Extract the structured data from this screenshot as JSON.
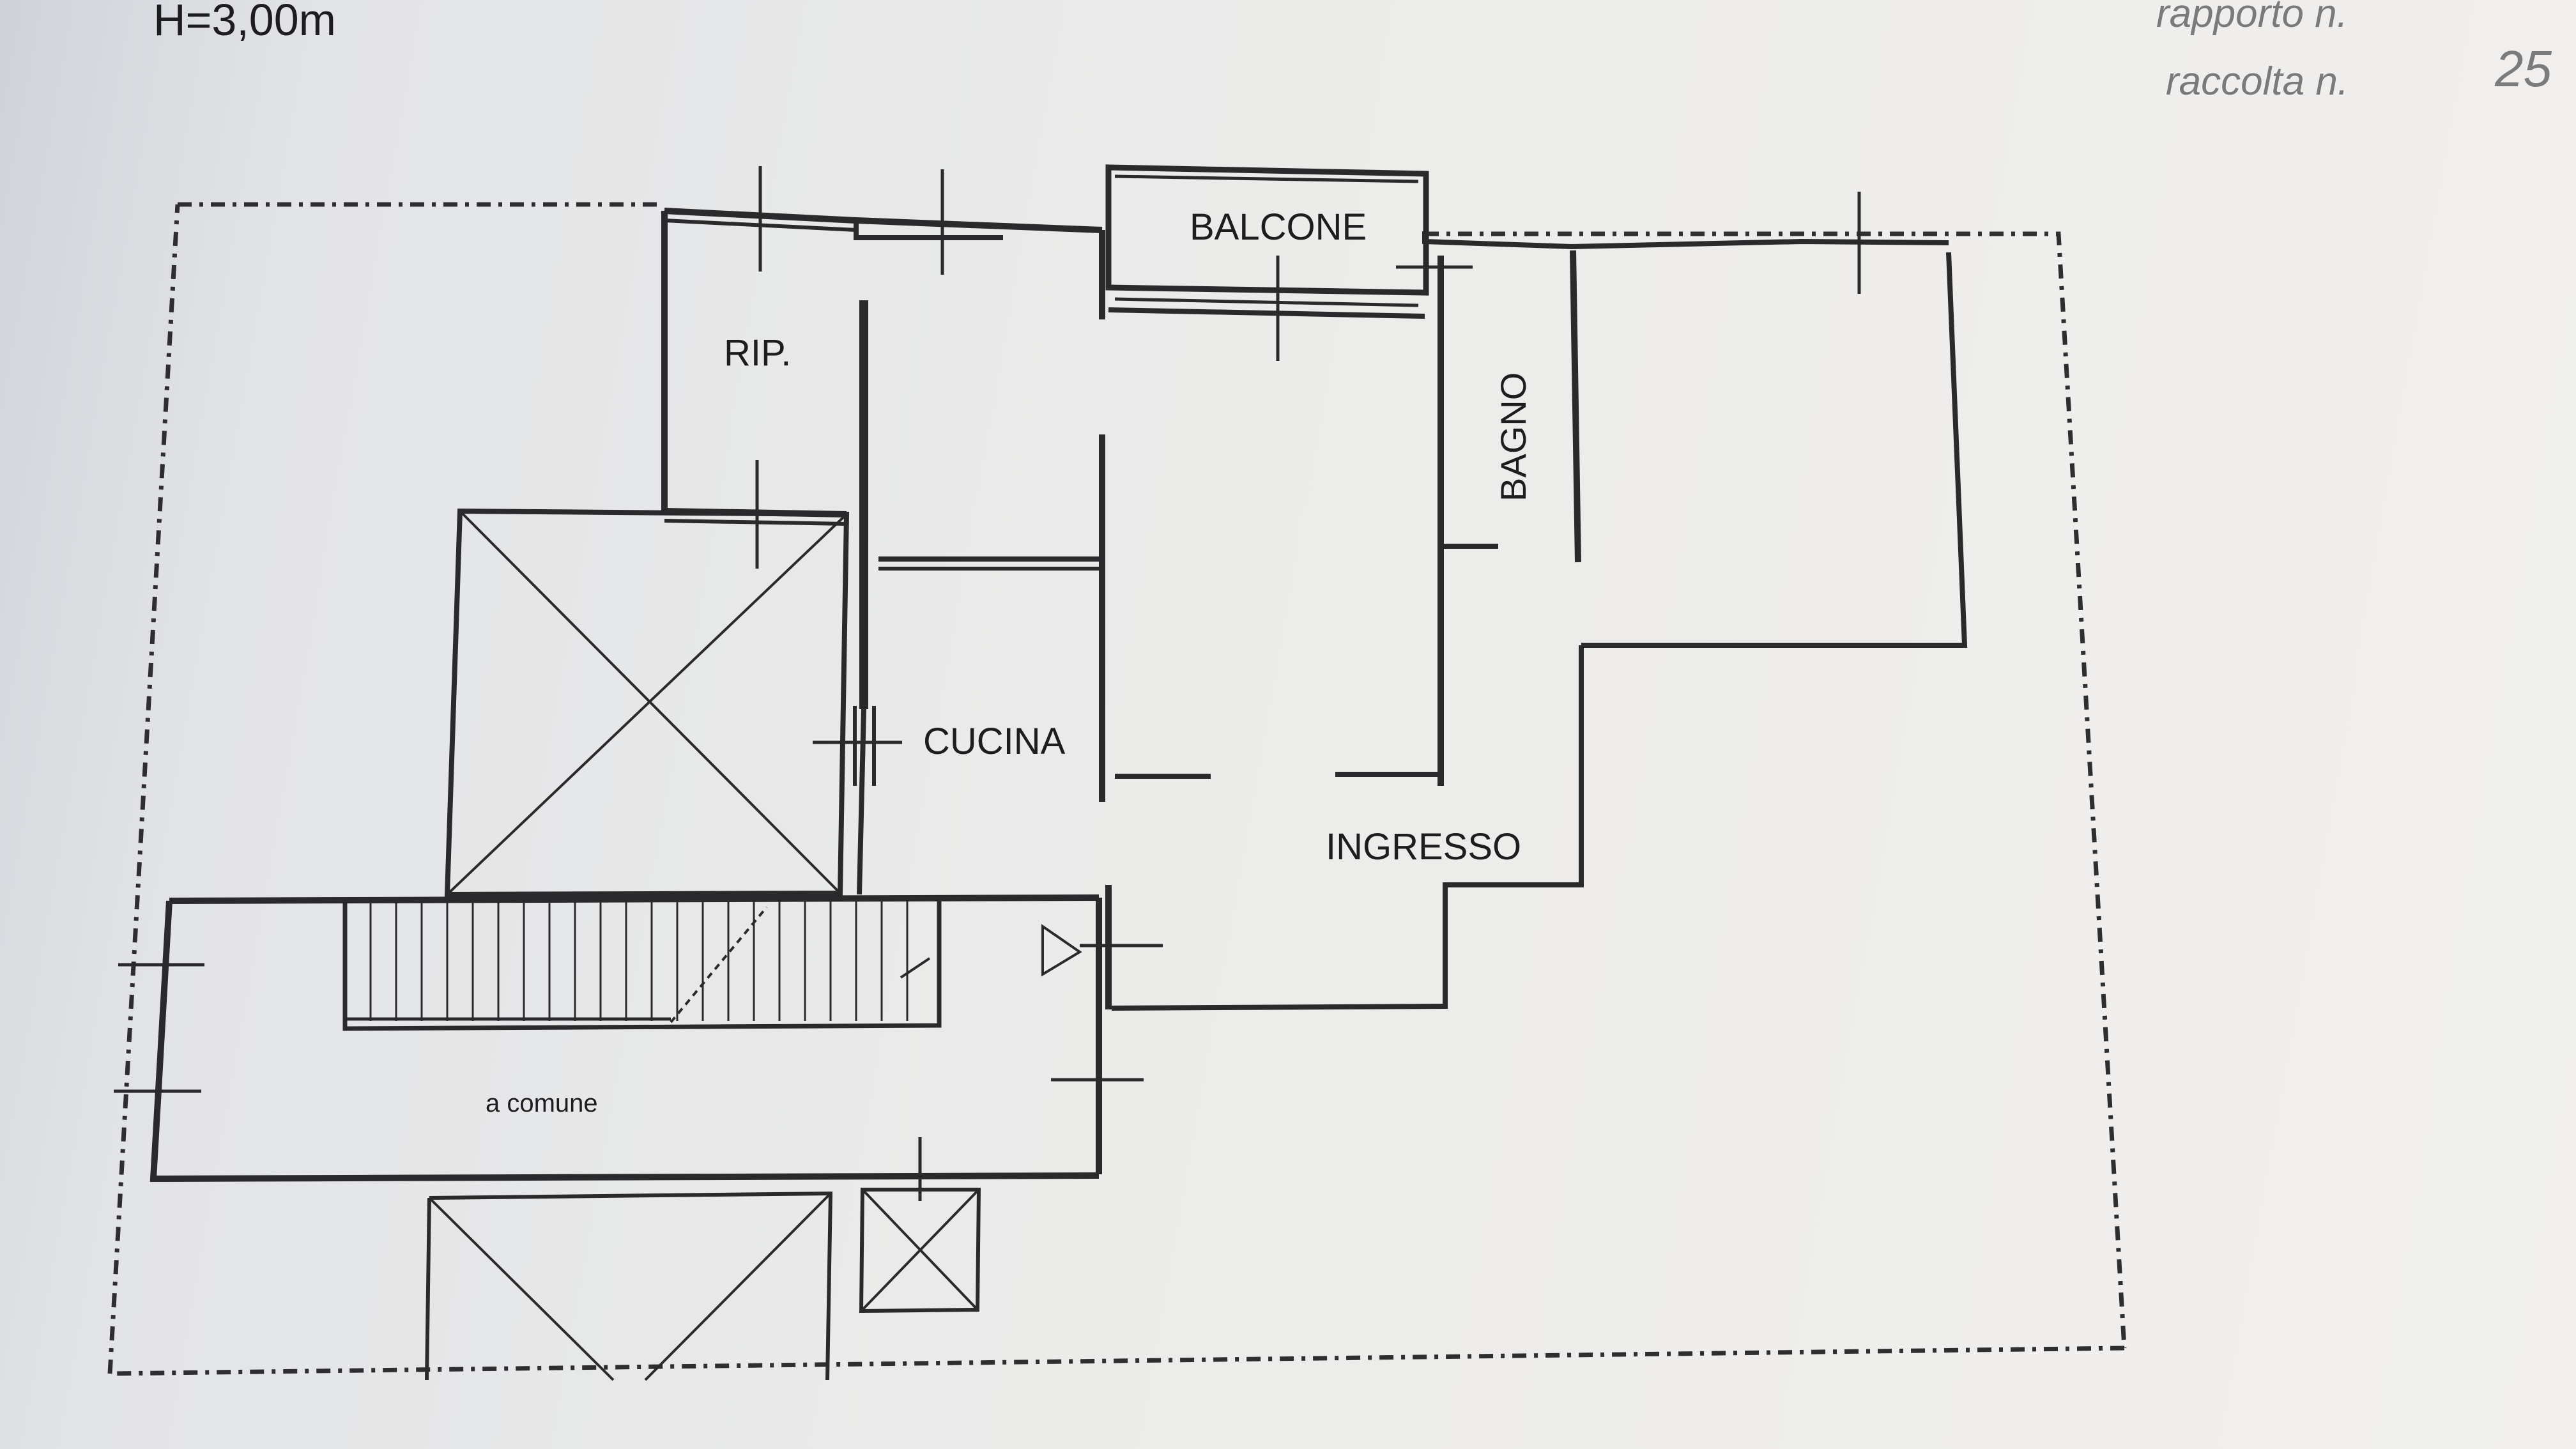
{
  "header": {
    "height_note": "H=3,00m",
    "stamp_line1": "rapporto n.",
    "stamp_line2": "raccolta n.",
    "stamp_number": "25"
  },
  "rooms": {
    "balcone": "BALCONE",
    "rip": "RIP.",
    "bagno": "BAGNO",
    "cucina": "CUCINA",
    "ingresso": "INGRESSO",
    "comune": "a comune"
  },
  "colors": {
    "ink": "#2a2a2c",
    "paper": "#efeeec"
  }
}
